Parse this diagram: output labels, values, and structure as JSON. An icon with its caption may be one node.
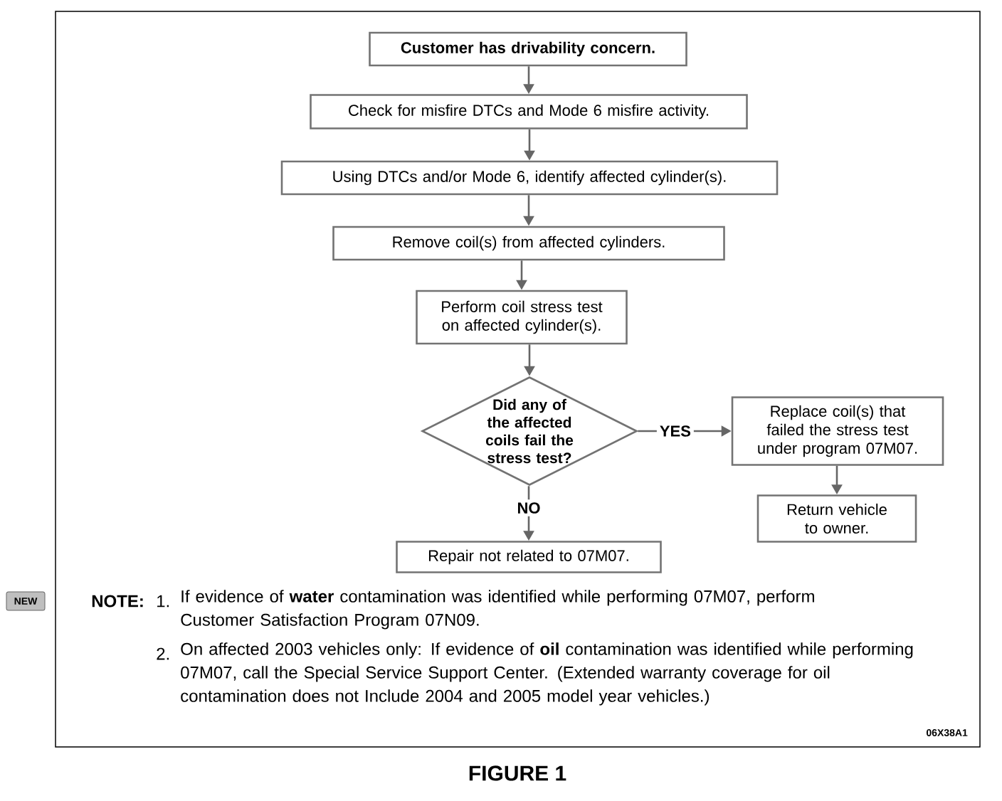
{
  "diagram": {
    "caption": "FIGURE 1",
    "nodes": [
      {
        "text": [
          "Customer has drivability concern."
        ]
      },
      {
        "text": [
          "Check for misfire DTCs and Mode 6 misfire activity."
        ]
      },
      {
        "text": [
          "Using DTCs and/or Mode 6, identify affected cylinder(s)."
        ]
      },
      {
        "text": [
          "Remove coil(s) from affected cylinders."
        ]
      },
      {
        "text": [
          "Perform coil stress test on affected cylinder(s)."
        ]
      },
      {
        "text": [
          "Did any of the affected coils fail the stress test?"
        ]
      },
      {
        "text": [
          "Replace coil(s) that failed the stress test under program 07M07."
        ]
      },
      {
        "text": [
          "Return vehicle to owner."
        ]
      },
      {
        "text": [
          "Repair not related to 07M07."
        ]
      }
    ],
    "edges": [
      {
        "from": 0,
        "to": 1,
        "arrow": "to"
      },
      {
        "from": 1,
        "to": 2,
        "arrow": "to"
      },
      {
        "from": 2,
        "to": 3,
        "arrow": "to"
      },
      {
        "from": 3,
        "to": 4,
        "arrow": "to"
      },
      {
        "from": 4,
        "to": 5,
        "arrow": "to"
      },
      {
        "from": 5,
        "to": 6,
        "arrow": "to",
        "label": "YES"
      },
      {
        "from": 6,
        "to": 7,
        "arrow": "to"
      },
      {
        "from": 5,
        "to": 8,
        "arrow": "to",
        "label": "NO"
      }
    ],
    "labels": [
      "NEW",
      "NOTE:",
      "1.",
      "If evidence of **water** contamination was identified while performing 07M07, perform Customer Satisfaction Program 07N09.",
      "2.",
      "On affected 2003 vehicles only: If evidence of **oil** contamination was identified while performing 07M07, call the Special Service Support Center. (Extended warranty coverage for oil contamination does not Include 2004 and 2005 model year vehicles.)",
      "06X38A1"
    ]
  }
}
